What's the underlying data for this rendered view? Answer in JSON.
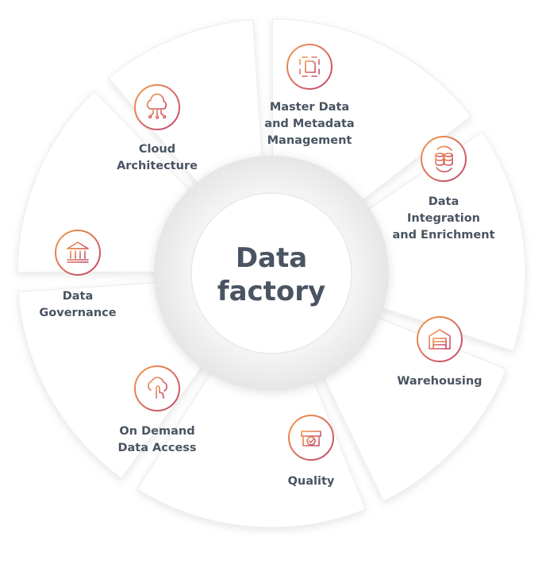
{
  "center": {
    "line1": "Data",
    "line2": "factory"
  },
  "colors": {
    "text": "#4a5462",
    "icon_gradient_start": "#f29a4b",
    "icon_gradient_end": "#c2446e",
    "segment_fill": "#ffffff",
    "hub_ring": "#eeeeef"
  },
  "segments": [
    {
      "id": "master-data",
      "icon": "scan-document-icon",
      "lines": [
        "Master Data",
        "and Metadata",
        "Management"
      ]
    },
    {
      "id": "data-integration",
      "icon": "database-sync-icon",
      "lines": [
        "Data",
        "Integration",
        "and Enrichment"
      ]
    },
    {
      "id": "warehousing",
      "icon": "warehouse-icon",
      "lines": [
        "Warehousing"
      ]
    },
    {
      "id": "quality",
      "icon": "quality-box-icon",
      "lines": [
        "Quality"
      ]
    },
    {
      "id": "on-demand",
      "icon": "cloud-touch-icon",
      "lines": [
        "On Demand",
        "Data Access"
      ]
    },
    {
      "id": "data-governance",
      "icon": "bank-building-icon",
      "lines": [
        "Data",
        "Governance"
      ]
    },
    {
      "id": "cloud-architecture",
      "icon": "cloud-network-icon",
      "lines": [
        "Cloud",
        "Architecture"
      ]
    }
  ]
}
